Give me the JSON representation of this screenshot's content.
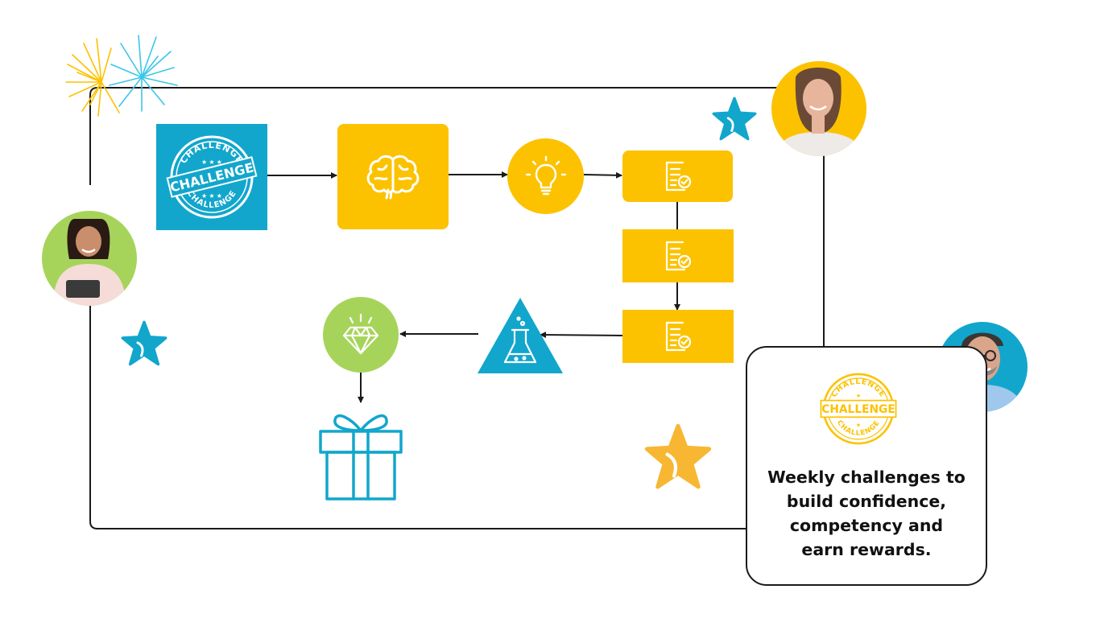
{
  "colors": {
    "blue": "#12a6cc",
    "yellow": "#fcc200",
    "green": "#a6d45a",
    "orange": "#f7b733",
    "line": "#1a1a1a"
  },
  "badge": {
    "top": "CHALLENGE",
    "middle": "CHALLENGE",
    "bottom": "CHALLENGE"
  },
  "callout": {
    "lines": [
      "Weekly challenges to",
      "build confidence,",
      "competency and",
      "earn rewards."
    ]
  },
  "icons": [
    "challenge-stamp-icon",
    "brain-icon",
    "lightbulb-icon",
    "checklist-icon",
    "flask-icon",
    "diamond-icon",
    "gift-icon",
    "star-icon",
    "firework-icon",
    "avatar-person-icon"
  ]
}
